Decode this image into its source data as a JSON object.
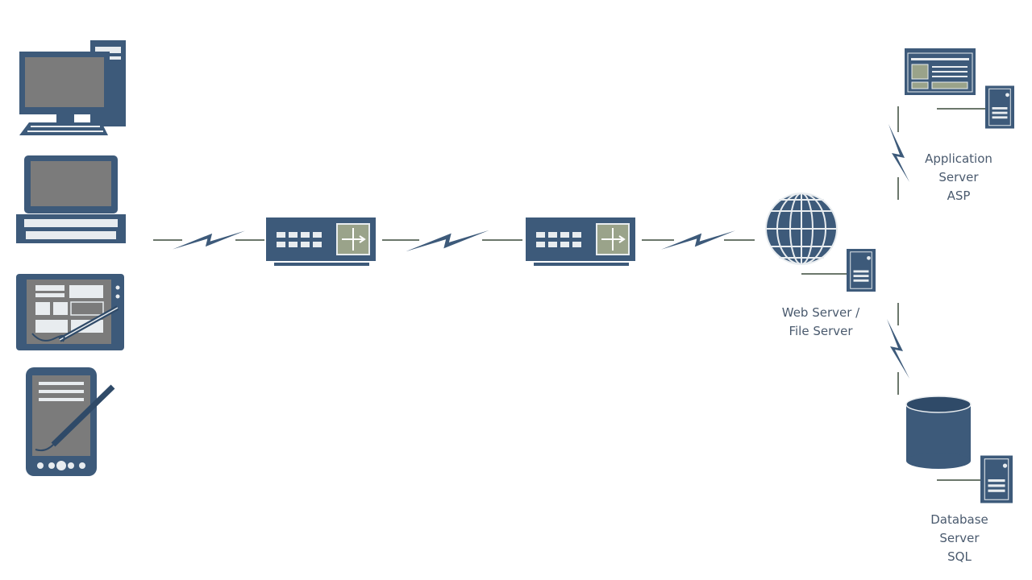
{
  "colors": {
    "device": "#3d5a7a",
    "device_dark": "#2f4a68",
    "screen": "#7b7b7b",
    "line": "#3a4a3a",
    "label": "#4a5a6e",
    "router_panel": "#9aa38a"
  },
  "labels": {
    "web_server": [
      "Web Server /",
      "File Server"
    ],
    "app_server": [
      "Application",
      "Server",
      "ASP"
    ],
    "db_server": [
      "Database",
      "Server",
      "SQL"
    ]
  },
  "icons": [
    "desktop-computer-icon",
    "laptop-icon",
    "tablet-pc-icon",
    "pda-icon",
    "router-icon",
    "globe-icon",
    "server-icon",
    "application-window-icon",
    "database-cylinder-icon",
    "lightning-link-icon"
  ]
}
